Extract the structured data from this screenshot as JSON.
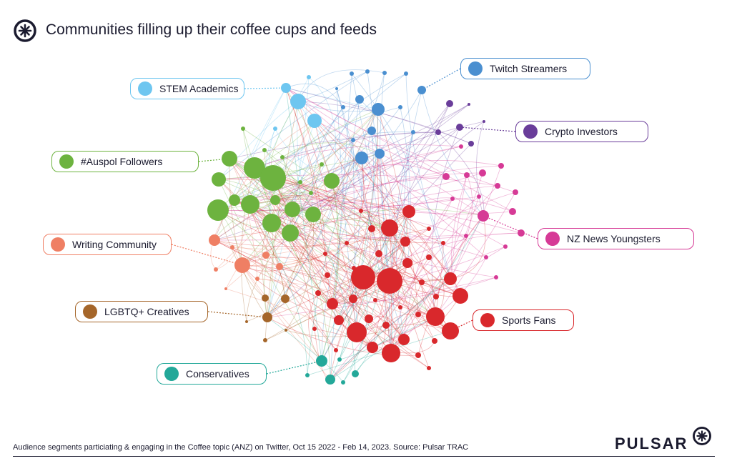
{
  "header": {
    "title": "Communities filling up their coffee cups and feeds",
    "logo_icon": "pulsar-asterisk-logo-icon"
  },
  "legend": [
    {
      "id": "stem",
      "label": "STEM Academics",
      "color": "#6ec6f0"
    },
    {
      "id": "twitch",
      "label": "Twitch Streamers",
      "color": "#4a8fd0"
    },
    {
      "id": "crypto",
      "label": "Crypto Investors",
      "color": "#6a3d9a"
    },
    {
      "id": "auspol",
      "label": "#Auspol Followers",
      "color": "#6db33f"
    },
    {
      "id": "nznews",
      "label": "NZ News Youngsters",
      "color": "#d63a96"
    },
    {
      "id": "writing",
      "label": "Writing Community",
      "color": "#ef7f64"
    },
    {
      "id": "lgbtq",
      "label": "LGBTQ+ Creatives",
      "color": "#a5662a"
    },
    {
      "id": "sports",
      "label": "Sports Fans",
      "color": "#d9282c"
    },
    {
      "id": "conservatives",
      "label": "Conservatives",
      "color": "#23a899"
    }
  ],
  "footer": {
    "caption": "Audience segments particiating & engaging in the Coffee topic (ANZ) on Twitter, Oct 15 2022 - Feb 14, 2023. Source: Pulsar TRAC",
    "brand": "PULSAR",
    "brand_icon": "pulsar-asterisk-logo-icon"
  }
}
